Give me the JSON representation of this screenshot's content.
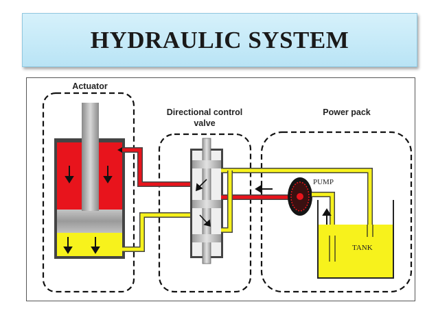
{
  "title": "HYDRAULIC SYSTEM",
  "diagram": {
    "actuator_label": "Actuator",
    "valve_label_line1": "Directional control",
    "valve_label_line2": "valve",
    "power_pack_label": "Power pack",
    "pump_label": "PUMP",
    "tank_label": "TANK",
    "colors": {
      "pressure_fluid": "#e8141c",
      "return_fluid": "#f7f21c",
      "piston": "#a9a9a9",
      "title_bg": "#c6eaf8"
    }
  }
}
